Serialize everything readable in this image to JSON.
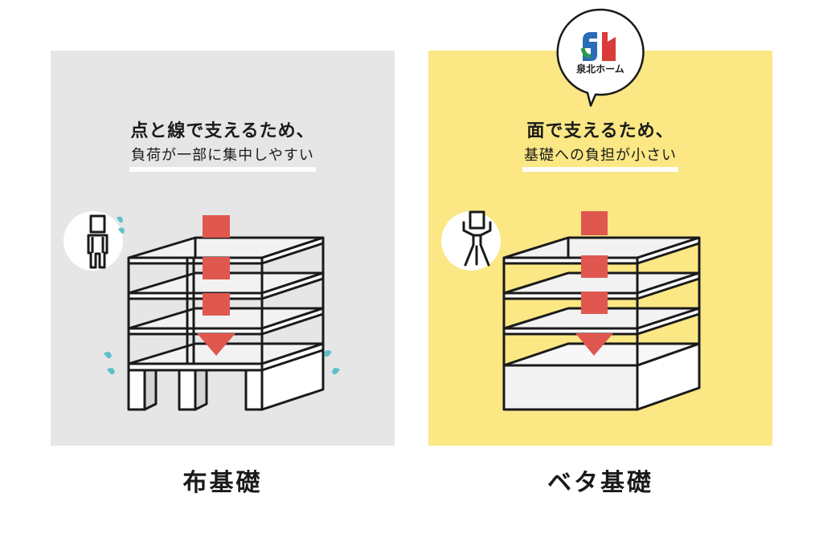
{
  "left": {
    "caption_line1": "点と線で支えるため、",
    "caption_line2": "負荷が一部に集中しやすい",
    "label": "布基礎",
    "background": "#e6e6e6"
  },
  "right": {
    "caption_line1": "面で支えるため、",
    "caption_line2": "基礎への負担が小さい",
    "label": "ベタ基礎",
    "background": "#fbe784"
  },
  "logo": {
    "text": "泉北ホーム",
    "icon": "senboku-home-logo"
  },
  "colors": {
    "arrow": "#e0574f",
    "sweat": "#5fbfc9",
    "line": "#1a1a1a"
  }
}
